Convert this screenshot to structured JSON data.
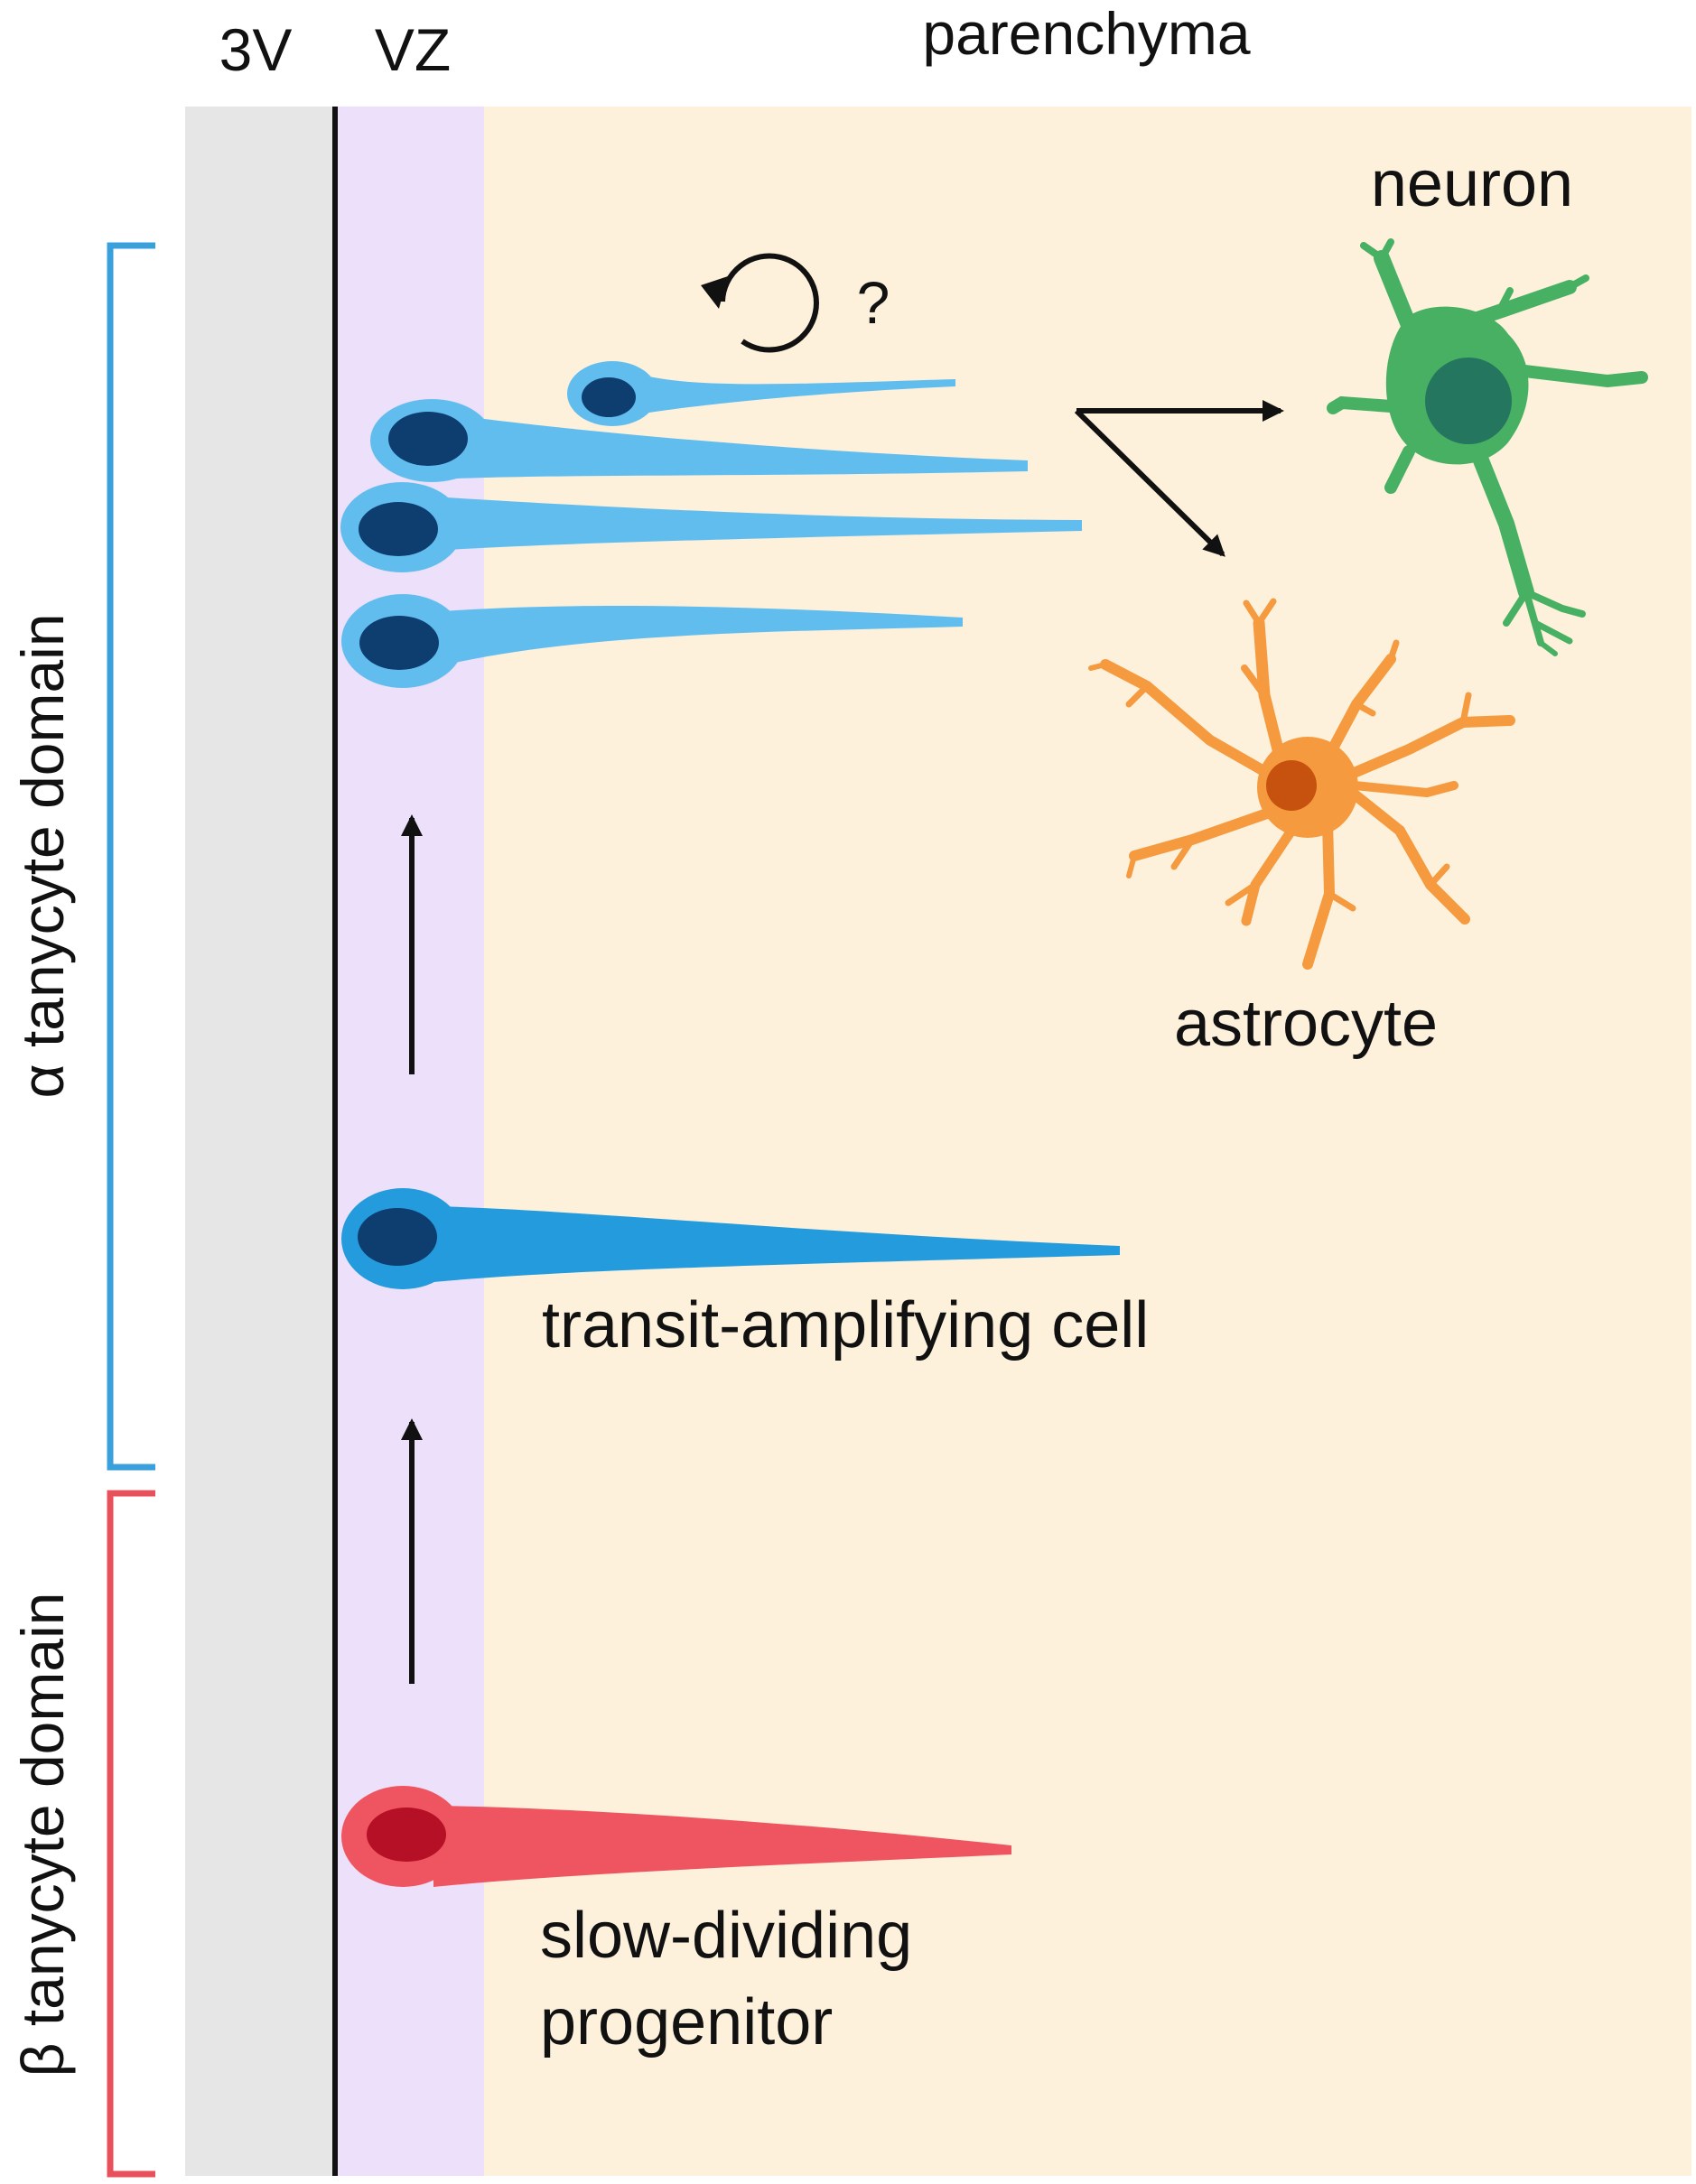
{
  "headers": {
    "ventricle": "3V",
    "ventricular_zone": "VZ",
    "parenchyma": "parenchyma"
  },
  "domains": {
    "alpha": "α tanycyte domain",
    "beta": "β tanycyte domain"
  },
  "cells": {
    "neuron": "neuron",
    "astrocyte": "astrocyte",
    "transit_amplifying": "transit-amplifying cell",
    "slow_dividing_line1": "slow-dividing",
    "slow_dividing_line2": "progenitor"
  },
  "self_renewal_mark": "?",
  "colors": {
    "ventricle_bg": "#e6e6e6",
    "vz_bg": "#ece0fa",
    "parenchyma_bg": "#fdf1dc",
    "alpha_bracket": "#3aa0dc",
    "beta_bracket": "#e8505b",
    "tanycyte_light": "#62bdef",
    "tanycyte_nucleus": "#0e3e70",
    "transit_cell": "#239bdc",
    "progenitor": "#ef5560",
    "progenitor_nucleus": "#b51025",
    "neuron": "#47b062",
    "neuron_nucleus": "#25765f",
    "astrocyte": "#f59a3e",
    "astrocyte_nucleus": "#c75210"
  }
}
